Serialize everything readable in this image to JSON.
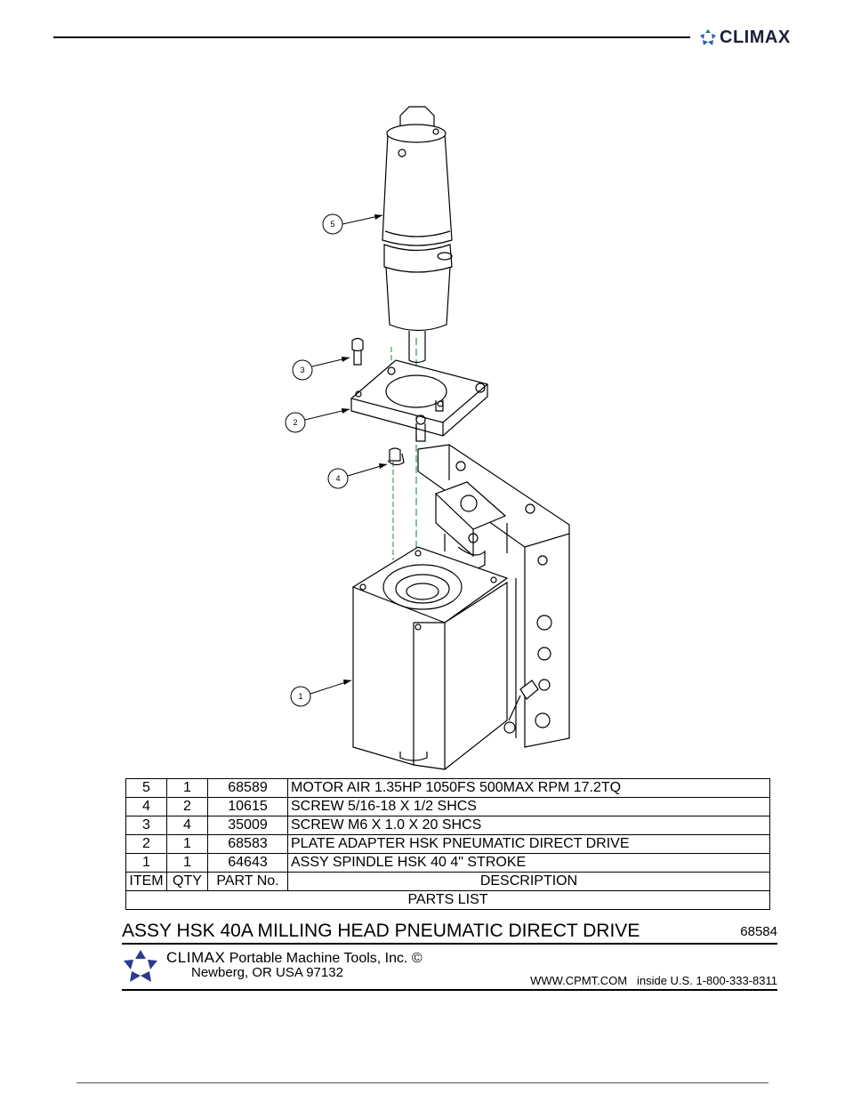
{
  "header": {
    "brand_name": "CLIMAX"
  },
  "drawing": {
    "callouts": [
      "1",
      "2",
      "3",
      "4",
      "5"
    ]
  },
  "parts_list": {
    "rows": [
      {
        "item": "5",
        "qty": "1",
        "part_no": "68589",
        "description": "MOTOR AIR 1.35HP 1050FS 500MAX RPM 17.2TQ"
      },
      {
        "item": "4",
        "qty": "2",
        "part_no": "10615",
        "description": "SCREW 5/16-18 X 1/2 SHCS"
      },
      {
        "item": "3",
        "qty": "4",
        "part_no": "35009",
        "description": "SCREW M6 X 1.0 X 20 SHCS"
      },
      {
        "item": "2",
        "qty": "1",
        "part_no": "68583",
        "description": "PLATE ADAPTER HSK PNEUMATIC DIRECT DRIVE"
      },
      {
        "item": "1",
        "qty": "1",
        "part_no": "64643",
        "description": "ASSY SPINDLE HSK 40 4\" STROKE"
      }
    ],
    "headers": {
      "item": "ITEM",
      "qty": "QTY",
      "part_no": "PART No.",
      "description": "DESCRIPTION"
    },
    "caption": "PARTS LIST"
  },
  "title_block": {
    "title": "ASSY HSK 40A MILLING HEAD PNEUMATIC DIRECT DRIVE",
    "number": "68584",
    "company_brand": "CLIMAX",
    "company_rest": " Portable Machine Tools, Inc. ©",
    "address": "Newberg, OR USA 97132",
    "website": "WWW.CPMT.COM",
    "phone": "inside U.S. 1-800-333-8311"
  },
  "colors": {
    "brand": "#1a1f3a",
    "logo_blue": "#2a3a8f",
    "centerline": "#2fa84f"
  }
}
